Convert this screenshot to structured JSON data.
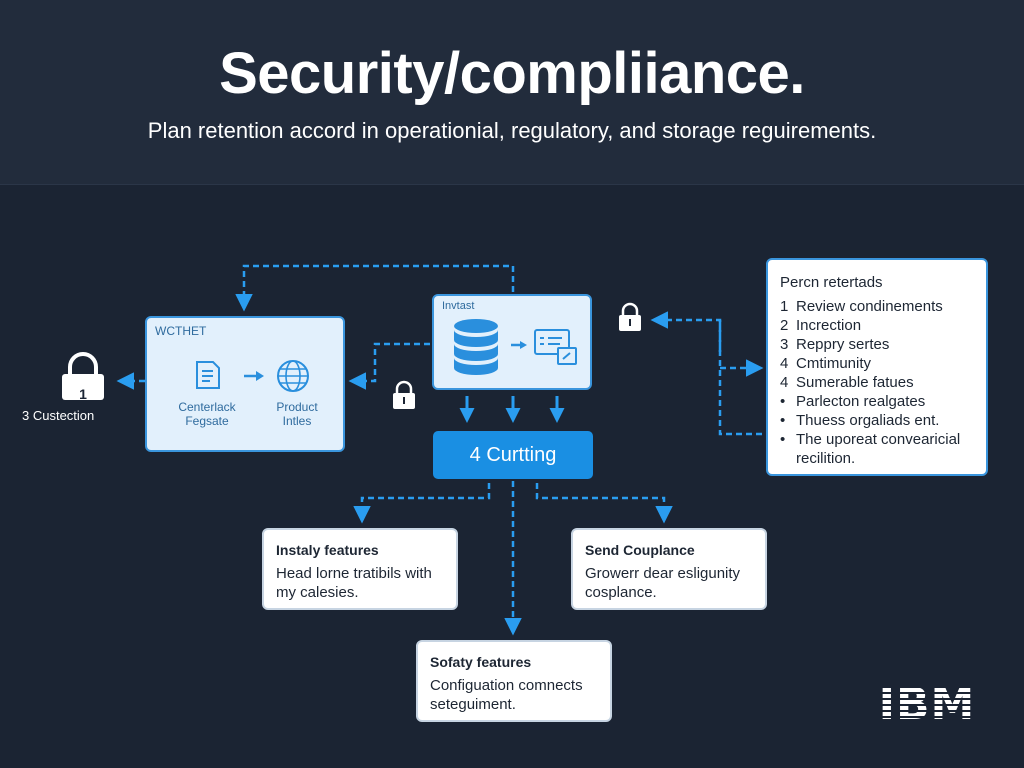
{
  "header": {
    "title": "Security/compliiance.",
    "subtitle": "Plan retention accord in operationial, regulatory, and storage reguirements."
  },
  "lock_left": {
    "number": "1",
    "caption": "3 Custection"
  },
  "panel_left": {
    "label": "WCTHET",
    "node_1_label": "Centerlack\nFegsate",
    "node_2_label": "Product\nIntles"
  },
  "panel_top": {
    "label": "Invtast"
  },
  "center_button": {
    "label": "4 Curtting"
  },
  "card_1": {
    "title": "Instaly features",
    "body": "Head lorne tratibils with my calesies."
  },
  "card_2": {
    "title": "Send Couplance",
    "body": "Growerr dear esligunity cosplance."
  },
  "card_3": {
    "title": "Sofaty features",
    "body": "Configuation comnects seteguiment."
  },
  "list_panel": {
    "title": "Percn retertads",
    "items": [
      {
        "marker": "1",
        "text": "Review condinements"
      },
      {
        "marker": "2",
        "text": "Increction"
      },
      {
        "marker": "3",
        "text": "Reppry sertes"
      },
      {
        "marker": "4",
        "text": "Cmtimunity"
      },
      {
        "marker": "4",
        "text": "Sumerable fatues"
      },
      {
        "marker": "•",
        "text": "Parlecton realgates"
      },
      {
        "marker": "•",
        "text": "Thuess orgaliads ent."
      },
      {
        "marker": "•",
        "text": "The uporeat convearicial"
      },
      {
        "marker": "",
        "text": "recilition."
      }
    ]
  },
  "logo": {
    "text": "IBM"
  },
  "colors": {
    "background": "#1b2433",
    "header": "#222c3c",
    "accent": "#1a8fe3",
    "panel_fill": "#e2f0fc",
    "panel_border": "#3a95dd"
  },
  "icons": [
    "lock-icon",
    "document-icon",
    "globe-icon",
    "database-icon",
    "screen-icon",
    "arrow-icon"
  ]
}
